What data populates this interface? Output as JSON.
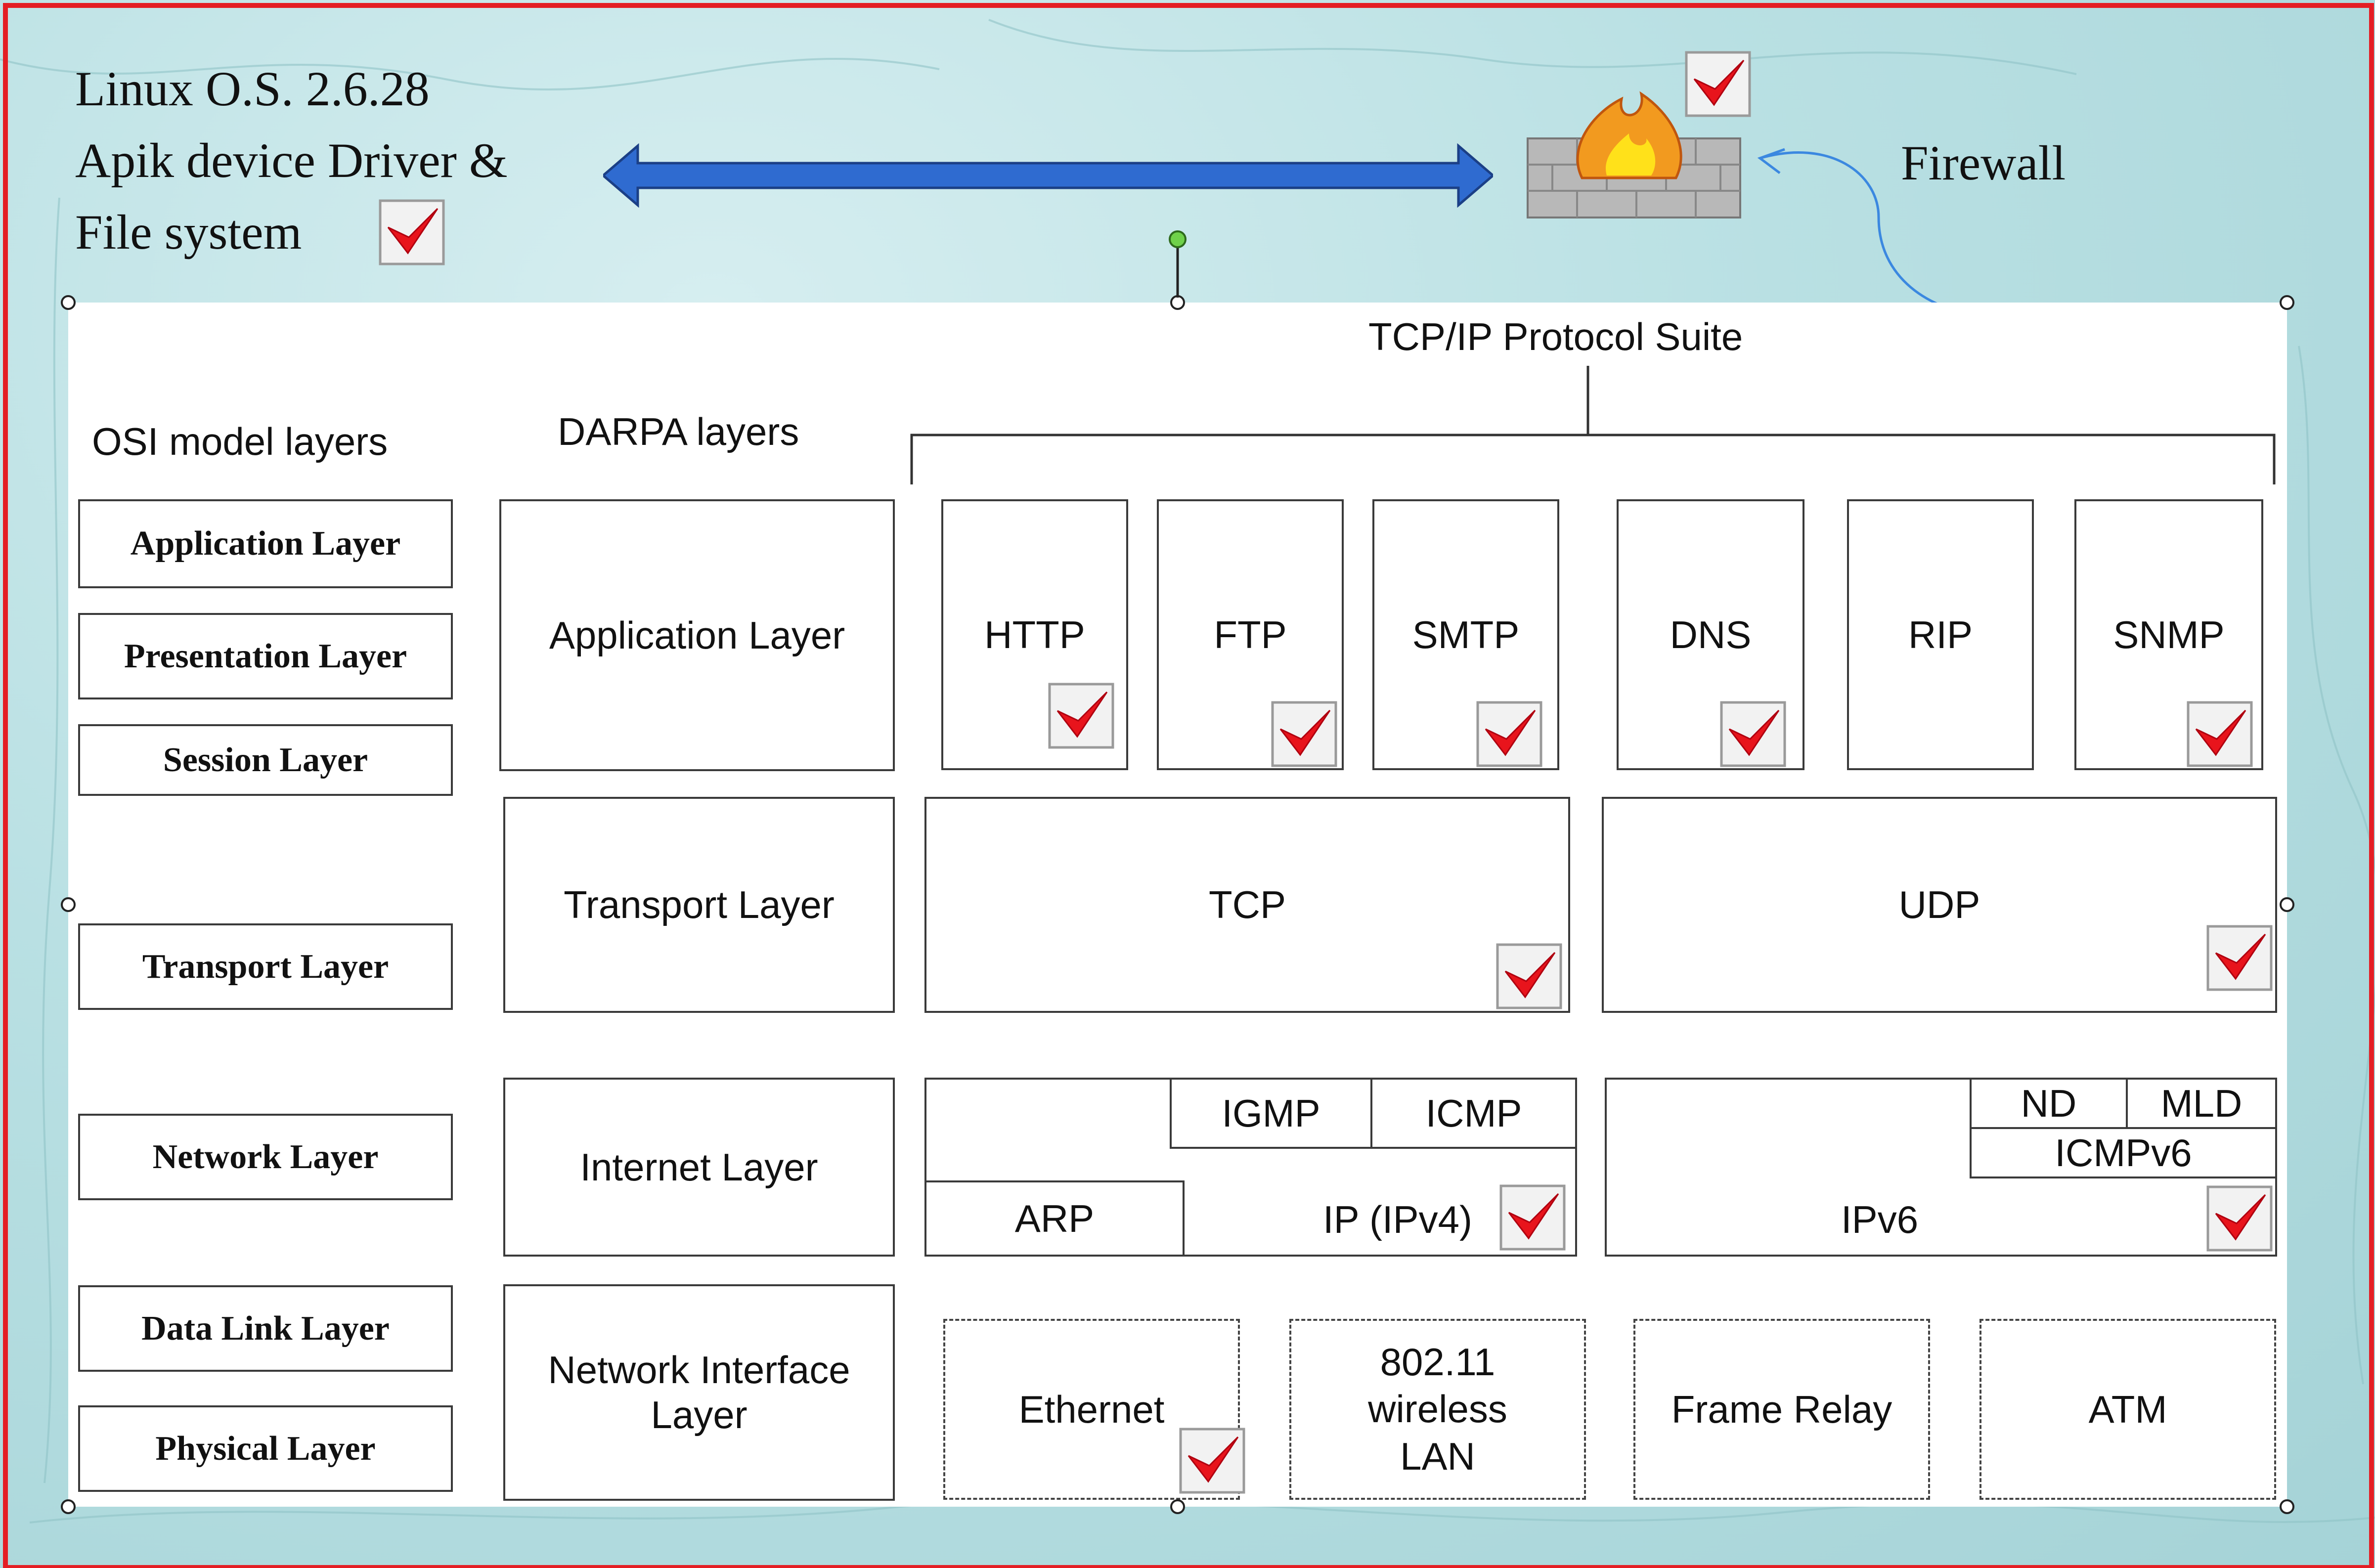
{
  "header": {
    "line1": "Linux O.S. 2.6.28",
    "line2": "Apik device Driver &",
    "line3": "File system",
    "firewall_label": "Firewall"
  },
  "titles": {
    "suite": "TCP/IP Protocol Suite",
    "osi": "OSI model layers",
    "darpa": "DARPA layers"
  },
  "osi_layers": [
    "Application Layer",
    "Presentation Layer",
    "Session Layer",
    "Transport Layer",
    "Network Layer",
    "Data Link Layer",
    "Physical Layer"
  ],
  "darpa_layers": [
    "Application Layer",
    "Transport Layer",
    "Internet Layer",
    "Network Interface Layer"
  ],
  "app_protocols": [
    "HTTP",
    "FTP",
    "SMTP",
    "DNS",
    "RIP",
    "SNMP"
  ],
  "transport_protocols": [
    "TCP",
    "UDP"
  ],
  "internet": {
    "igmp": "IGMP",
    "icmp": "ICMP",
    "arp": "ARP",
    "ipv4": "IP (IPv4)",
    "nd": "ND",
    "mld": "MLD",
    "icmpv6": "ICMPv6",
    "ipv6": "IPv6"
  },
  "link": {
    "ethernet": "Ethernet",
    "wifi_1": "802.11",
    "wifi_2": "wireless",
    "wifi_3": "LAN",
    "frame_relay": "Frame Relay",
    "atm": "ATM"
  },
  "colors": {
    "frame": "#e41e24",
    "arrow": "#2f6bd0",
    "check": "#e8141c",
    "background": "#b9e0e3"
  }
}
